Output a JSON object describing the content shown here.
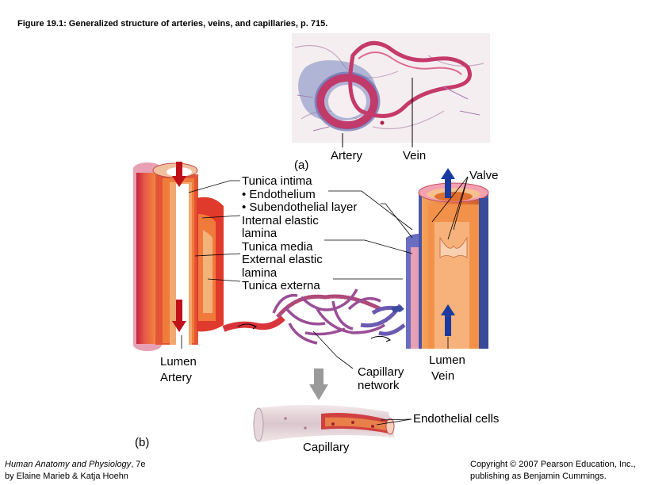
{
  "caption": "Figure 19.1: Generalized structure of arteries, veins, and capillaries, p. 715.",
  "part_a": "(a)",
  "part_b": "(b)",
  "micro_labels": {
    "artery": "Artery",
    "vein": "Vein"
  },
  "layers": [
    "Tunica intima",
    "• Endothelium",
    "• Subendothelial layer",
    "Internal elastic",
    "lamina",
    "Tunica media",
    "External elastic",
    "lamina",
    "Tunica externa"
  ],
  "valve": "Valve",
  "left_bottom": {
    "lumen": "Lumen",
    "artery": "Artery"
  },
  "right_bottom": {
    "lumen": "Lumen",
    "vein": "Vein"
  },
  "capillary_network": [
    "Capillary",
    "network"
  ],
  "endothelial_cells": "Endothelial cells",
  "capillary": "Capillary",
  "book": {
    "title": "Human Anatomy and Physiology",
    "edition": ", 7e",
    "authors": "by Elaine Marieb & Katja Hoehn"
  },
  "copyright": {
    "line1": "Copyright © 2007 Pearson Education, Inc.,",
    "line2": "publishing as Benjamin Cummings."
  }
}
